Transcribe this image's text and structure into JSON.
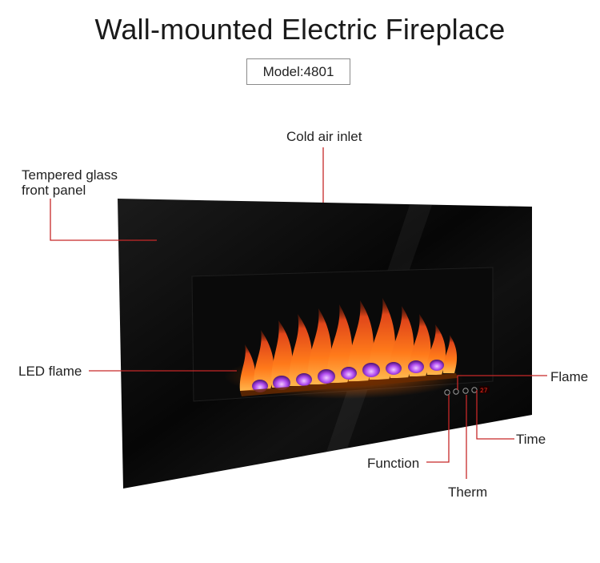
{
  "title": "Wall-mounted Electric Fireplace",
  "model": "Model:4801",
  "callouts": {
    "glass_line1": "Tempered glass",
    "glass_line2": "front panel",
    "cold_air": "Cold air inlet",
    "led_flame": "LED flame",
    "flame": "Flame",
    "time": "Time",
    "function": "Function",
    "therm": "Therm"
  },
  "display_readout": "27",
  "colors": {
    "callout_line": "#c62828",
    "panel": "#050505",
    "flame_orange": "#ff7a1a",
    "flame_purple": "#b14cf0"
  },
  "icons": [
    "power-icon",
    "minus-icon",
    "plus-icon",
    "flame-icon",
    "clock-icon"
  ]
}
